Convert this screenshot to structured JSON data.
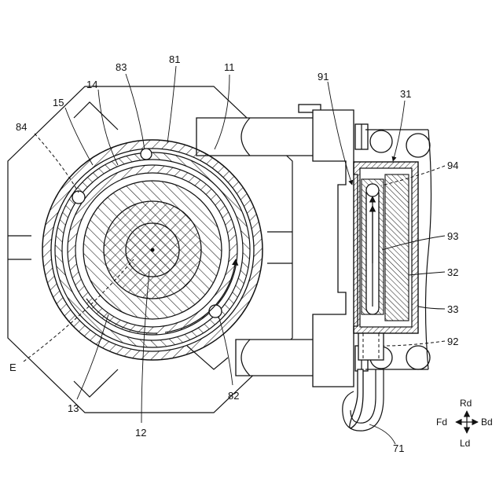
{
  "labels": {
    "l81": "81",
    "l83": "83",
    "l11": "11",
    "l14": "14",
    "l15": "15",
    "l84": "84",
    "lE": "E",
    "l13": "13",
    "l12": "12",
    "l82": "82",
    "l91": "91",
    "l31": "31",
    "l94": "94",
    "l93": "93",
    "l32": "32",
    "l33": "33",
    "l92": "92",
    "l71": "71"
  },
  "directions": {
    "up": "Rd",
    "down": "Ld",
    "left": "Fd",
    "right": "Bd"
  }
}
